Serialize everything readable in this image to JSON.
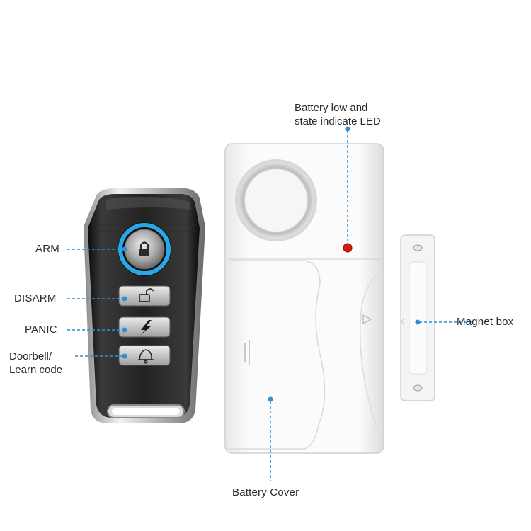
{
  "labels": {
    "arm": "ARM",
    "disarm": "DISARM",
    "panic": "PANIC",
    "doorbell_line1": "Doorbell/",
    "doorbell_line2": "Learn code",
    "led_line1": "Battery low and",
    "led_line2": "state indicate LED",
    "magnet": "Magnet box",
    "battery_cover": "Battery Cover"
  },
  "colors": {
    "callout": "#2f8fd6",
    "remote_body": "#1c1c1c",
    "arm_ring": "#29a8e8",
    "led": "#d41a12",
    "alarm_body": "#f7f7f7"
  },
  "icons": [
    "padlock-locked-icon",
    "padlock-unlocked-icon",
    "lightning-icon",
    "bell-icon"
  ]
}
